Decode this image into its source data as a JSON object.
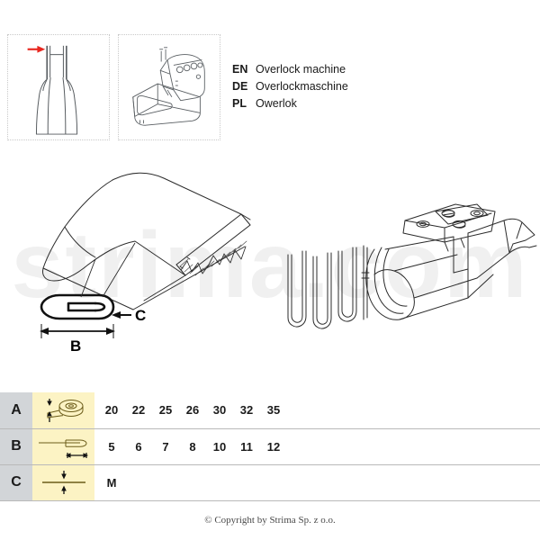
{
  "watermark": {
    "text": "strima.com"
  },
  "thumbnails": [
    {
      "name": "garment-dress-thumbnail",
      "alt": "dress with shoulder straps",
      "arrow_color": "#e8271f"
    },
    {
      "name": "overlock-machine-thumbnail",
      "alt": "overlock sewing machine"
    }
  ],
  "languages": [
    {
      "code": "EN",
      "name": "Overlock machine"
    },
    {
      "code": "DE",
      "name": "Overlockmaschine"
    },
    {
      "code": "PL",
      "name": "Owerlok"
    }
  ],
  "illustrations": {
    "left": {
      "name": "folded-binding-diagram",
      "labels": [
        {
          "id": "B",
          "text": "B"
        },
        {
          "id": "C",
          "text": "C"
        }
      ]
    },
    "right": {
      "name": "binder-attachment-diagram"
    }
  },
  "spec_table": {
    "rows": [
      {
        "letter": "A",
        "icon": "tape-roll-height-icon",
        "values": [
          "20",
          "22",
          "25",
          "26",
          "30",
          "32",
          "35"
        ]
      },
      {
        "letter": "B",
        "icon": "folded-hem-width-icon",
        "values": [
          "5",
          "6",
          "7",
          "8",
          "10",
          "11",
          "12"
        ]
      },
      {
        "letter": "C",
        "icon": "material-thickness-icon",
        "values": [
          "M"
        ]
      }
    ]
  },
  "footer": {
    "copyright": "© Copyright by Strima Sp. z o.o."
  },
  "colors": {
    "letter_column_bg": "#d2d5d8",
    "icon_column_bg": "#fcf3c4",
    "rule": "#b9b9b9",
    "ink": "#1a1a1a",
    "arrow_red": "#e8271f"
  }
}
